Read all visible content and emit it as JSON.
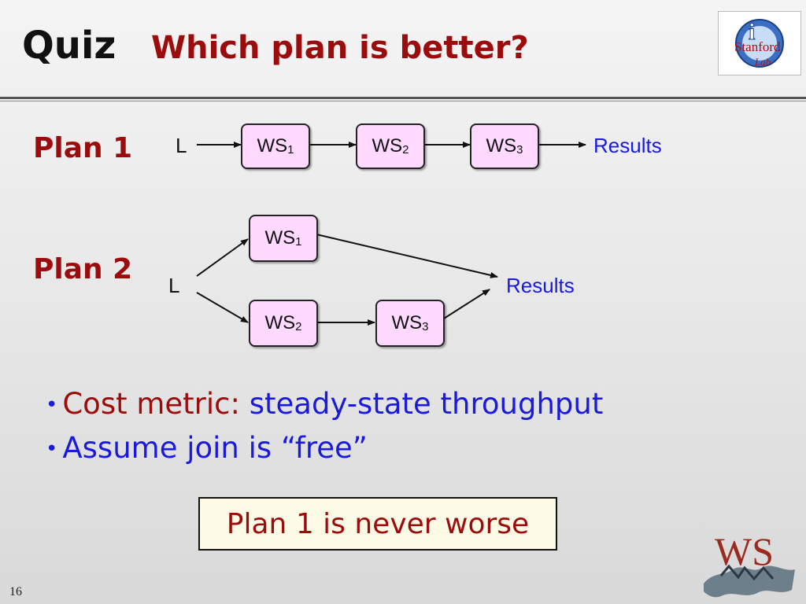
{
  "header": {
    "title": "Quiz",
    "question": "Which plan is better?"
  },
  "logo": {
    "icon": "stanford-infolab-logo",
    "text_top": "Stanford",
    "text_bottom": "Lab",
    "letter": "i"
  },
  "plan1": {
    "label": "Plan 1",
    "input": "L",
    "nodes": [
      {
        "base": "WS",
        "sub": "1"
      },
      {
        "base": "WS",
        "sub": "2"
      },
      {
        "base": "WS",
        "sub": "3"
      }
    ],
    "output": "Results"
  },
  "plan2": {
    "label": "Plan 2",
    "input": "L",
    "nodes": [
      {
        "base": "WS",
        "sub": "1"
      },
      {
        "base": "WS",
        "sub": "2"
      },
      {
        "base": "WS",
        "sub": "3"
      }
    ],
    "output": "Results"
  },
  "bullets": [
    {
      "prefix": "Cost metric: ",
      "emphasis": "steady-state throughput"
    },
    {
      "prefix": "",
      "emphasis": "Assume join is “free”"
    }
  ],
  "answer": "Plan 1 is never worse",
  "slide_number": "16",
  "ws_logo": {
    "text": "WS",
    "icon": "ws-map-logo"
  },
  "colors": {
    "title_red": "#9b0c0c",
    "blue": "#1a1adc",
    "node_fill": "#ffd9ff",
    "answer_fill": "#fdfbe6"
  }
}
